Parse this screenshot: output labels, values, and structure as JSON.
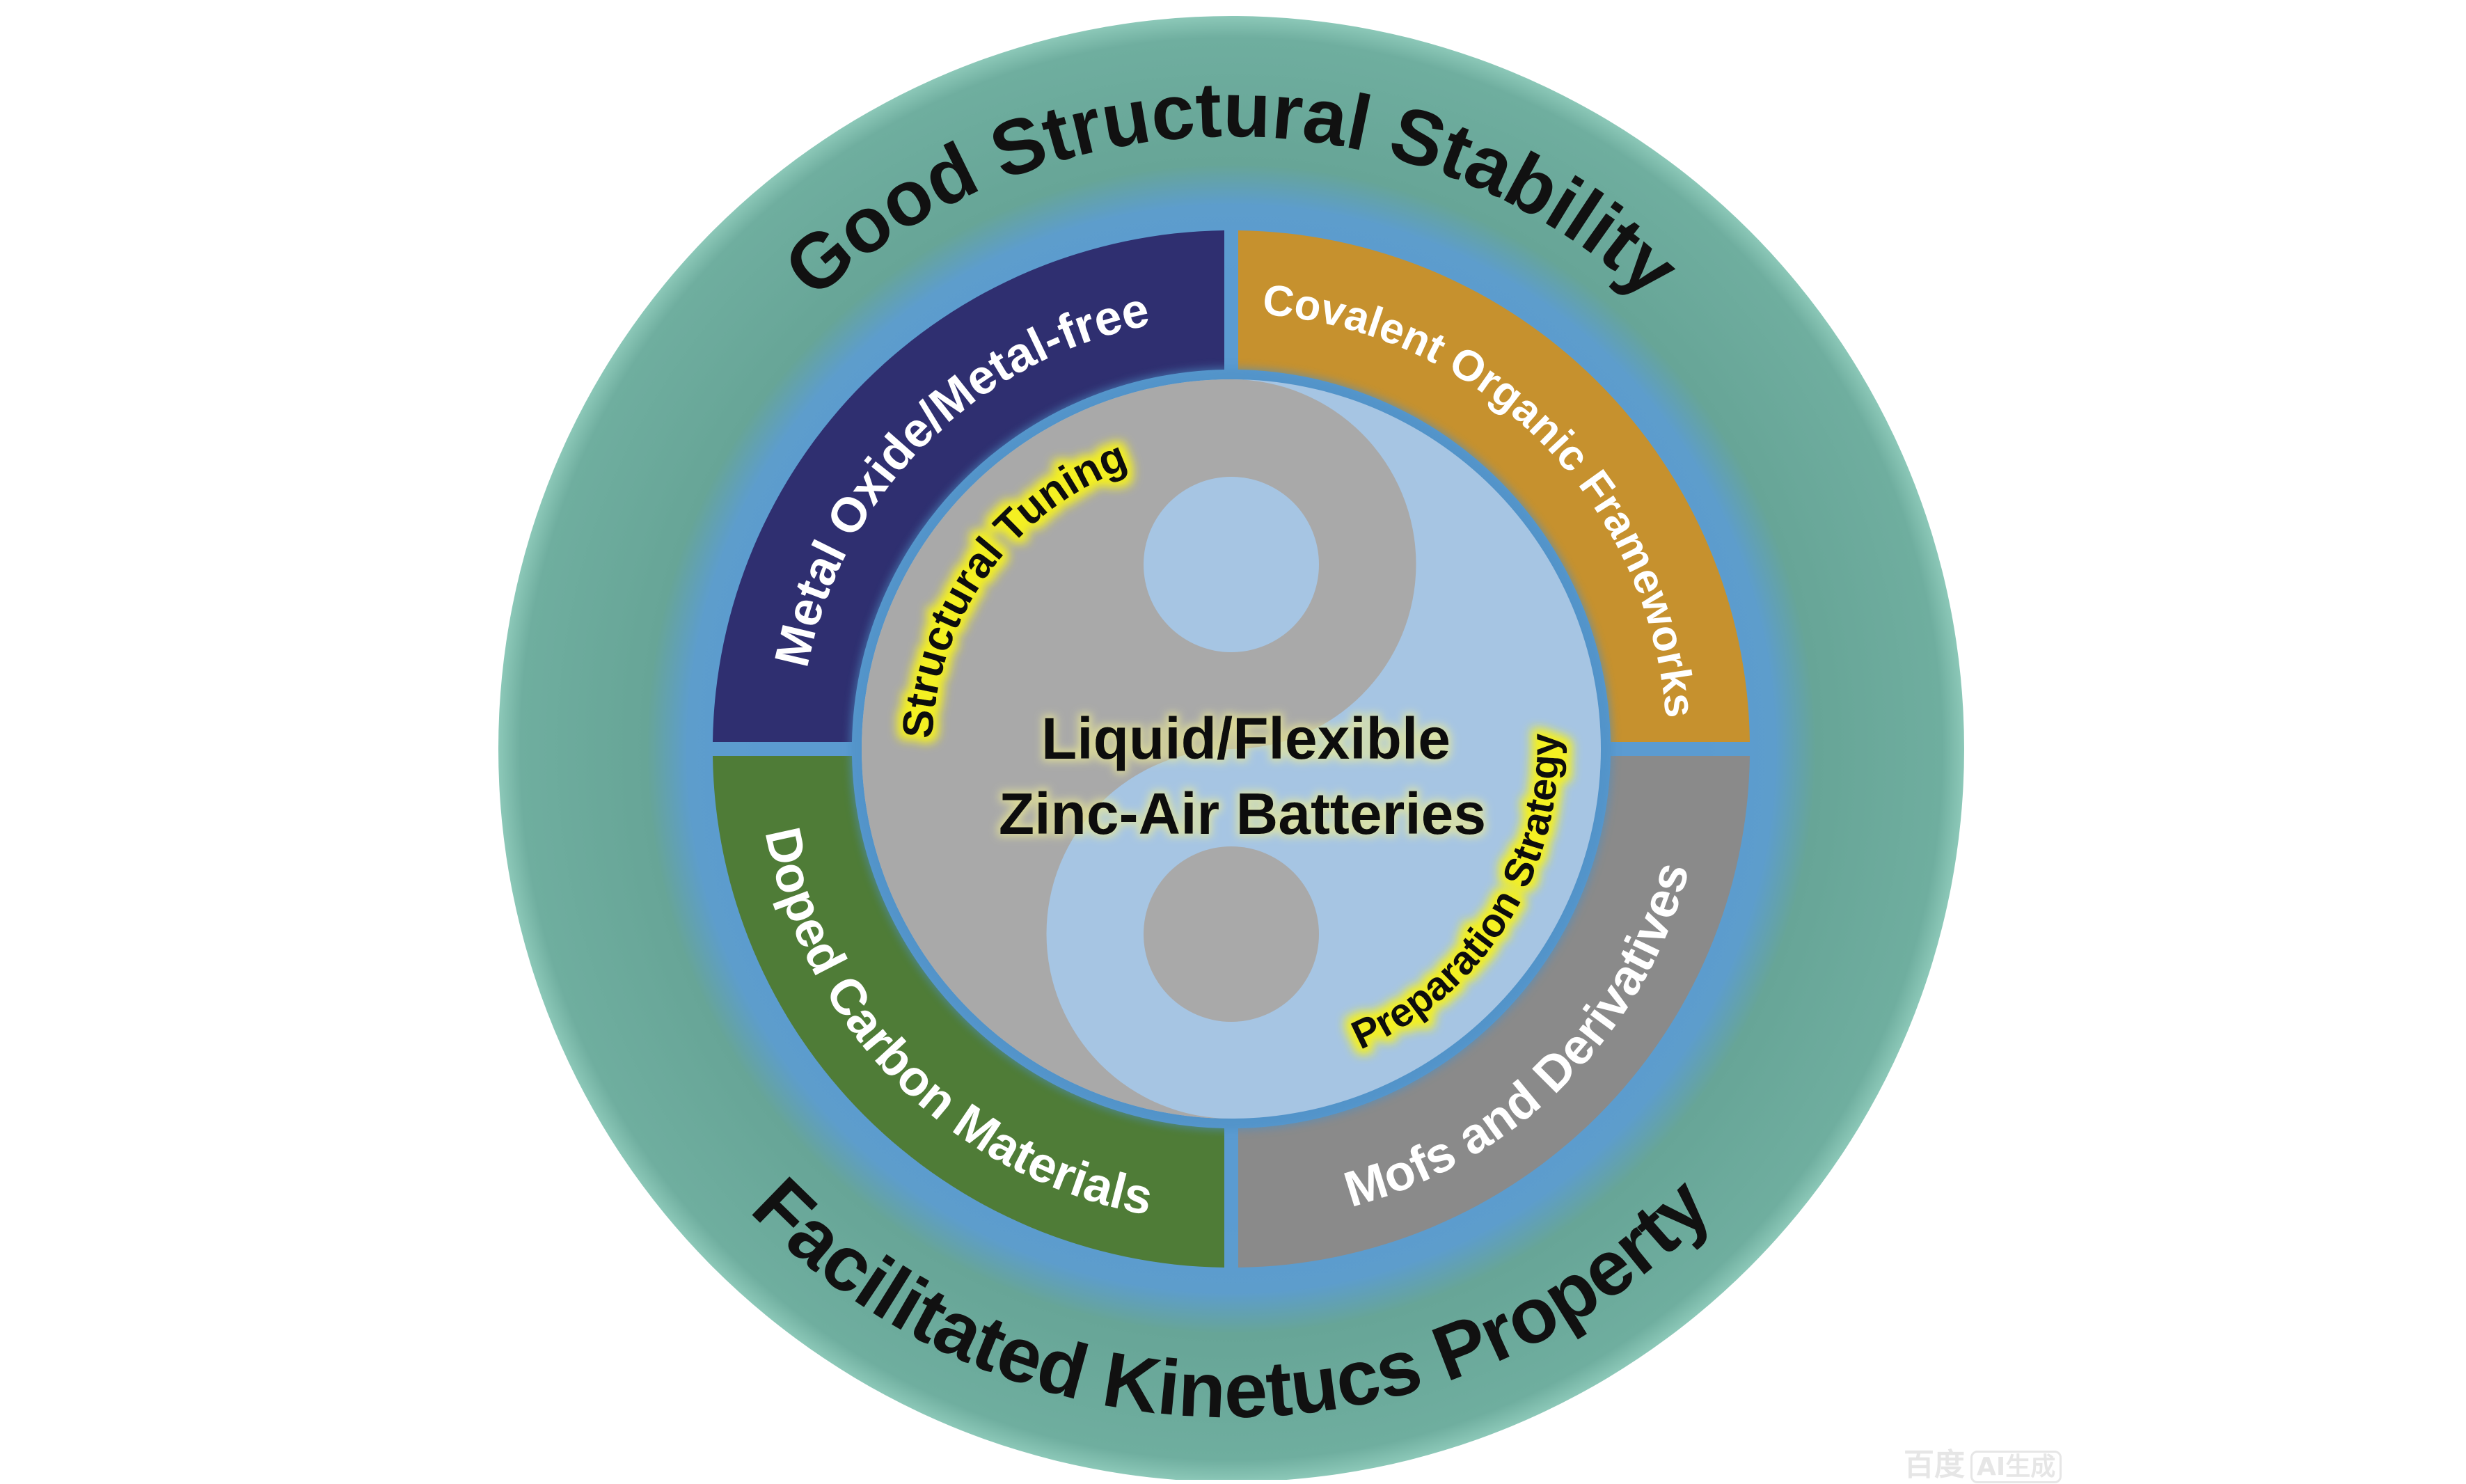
{
  "outer_ring": {
    "top_label": "Good Structural Stability",
    "bottom_label": "Facilitated Kinetucs Property"
  },
  "quadrants": [
    {
      "label": "Metal Oxide/Metal-free",
      "color": "#2f2f70"
    },
    {
      "label": "Covalent Organic Frameworks",
      "color": "#c6912e"
    },
    {
      "label": "Doped Carbon Materials",
      "color": "#4f7c37"
    },
    {
      "label": "Mofs and Derivatives",
      "color": "#8a8a8a"
    }
  ],
  "inner": {
    "arc_top": "Structural Tuning",
    "arc_bottom": "Preparation Strategy",
    "center_line1": "Liquid/Flexible",
    "center_line2": "Zinc-Air Batteries"
  },
  "colors": {
    "outer": "#6aa99c",
    "ring": "#5b9bd1",
    "yin": "#a9a9a9",
    "yang": "#a6c5e3",
    "glow": "#f4f020"
  },
  "watermark": {
    "brand": "百度",
    "badge": "AI生成"
  }
}
